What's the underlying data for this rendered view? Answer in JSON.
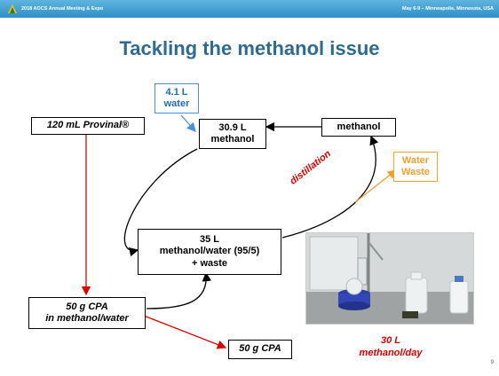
{
  "header": {
    "left_text": "2018 AOCS Annual Meeting & Expo",
    "right_text": "May 6-9 – Minneapolis, Minnesota, USA"
  },
  "title": "Tackling the methanol issue",
  "nodes": {
    "provinal": "120 mL Provinal®",
    "water_input": [
      "4.1 L",
      "water"
    ],
    "methanol_309": [
      "30.9 L",
      "methanol"
    ],
    "methanol": "methanol",
    "water_waste": [
      "Water",
      "Waste"
    ],
    "mixture": [
      "35 L",
      "methanol/water (95/5)",
      "+ waste"
    ],
    "cpa_solution": [
      "50 g CPA",
      "in methanol/water"
    ],
    "cpa_product": "50 g CPA"
  },
  "labels": {
    "distillation": "distillation"
  },
  "photo_caption": [
    "30 L",
    "methanol/day"
  ],
  "slide_number": "9",
  "colors": {
    "header": "#3a9ad3",
    "title": "#2e6b8e",
    "red_arrows": "#e00000",
    "blue_arrow": "#4a90d9",
    "orange_arrow": "#f0a030"
  }
}
